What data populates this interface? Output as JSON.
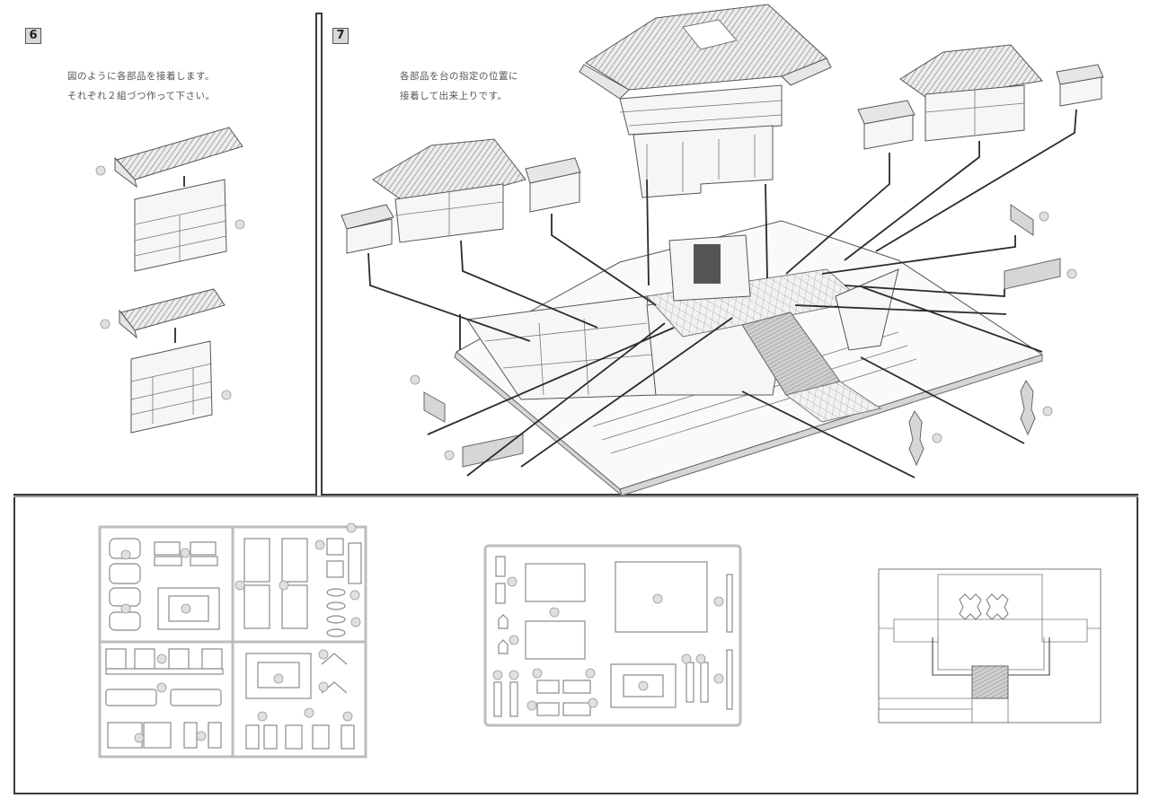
{
  "document": {
    "type": "assembly-instructions",
    "steps": [
      {
        "number": "6",
        "instruction_lines": [
          "図のように各部品を接着します。",
          "それぞれ２組づつ作って下さい。"
        ]
      },
      {
        "number": "7",
        "instruction_lines": [
          "各部品を台の指定の位置に",
          "接着して出来上りです。"
        ]
      }
    ],
    "illustrations": {
      "step6": [
        "roof-and-wall-assembly-a",
        "roof-and-wall-assembly-b"
      ],
      "step7": [
        "gate-tower",
        "left-hall",
        "right-hall",
        "small-walls",
        "fences",
        "lanterns",
        "stone-base-platform"
      ],
      "bottom": [
        "parts-sprue-a",
        "parts-sprue-b",
        "floor-plan-diagram"
      ]
    },
    "colors": {
      "line": "#444444",
      "frame": "#3a3a3a",
      "fill_light": "#e6e6e6",
      "paper": "#ffffff"
    }
  }
}
